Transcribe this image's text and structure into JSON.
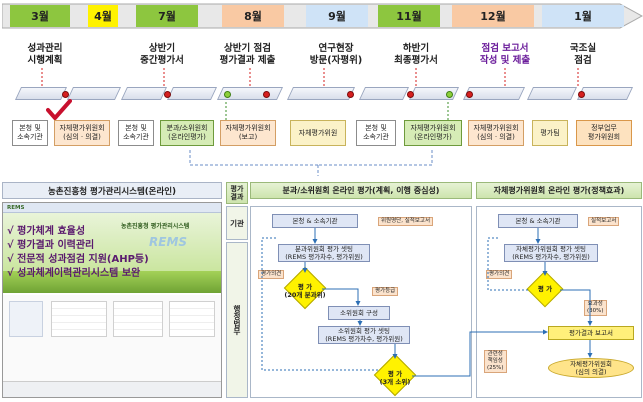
{
  "timeline": {
    "months": [
      {
        "label": "3월",
        "color": "#8dc63f"
      },
      {
        "label": "4월",
        "color": "#fff200"
      },
      {
        "label": "7월",
        "color": "#8dc63f"
      },
      {
        "label": "8월",
        "color": "#f9c9a3"
      },
      {
        "label": "9월",
        "color": "#cfe3f7"
      },
      {
        "label": "11월",
        "color": "#8dc63f"
      },
      {
        "label": "12월",
        "color": "#f9c9a3"
      },
      {
        "label": "1월",
        "color": "#cfe3f7"
      }
    ],
    "stages": [
      {
        "line1": "성과관리",
        "line2": "시행계획"
      },
      {
        "line1": "상반기",
        "line2": "중간평가서"
      },
      {
        "line1": "상반기 점검",
        "line2": "평가결과 제출"
      },
      {
        "line1": "연구현장",
        "line2": "방문(자평위)"
      },
      {
        "line1": "하반기",
        "line2": "최종평가서"
      },
      {
        "line1": "점검 보고서",
        "line2": "작성 및 제출"
      },
      {
        "line1": "국조실",
        "line2": "점검"
      }
    ]
  },
  "actors": [
    "본청 및\n소속기관",
    "자체평가위원회\n(심의ㆍ의결)",
    "본청 및\n소속기관",
    "분과/소위원회\n(온라인평가)",
    "자체평가위원회\n(보고)",
    "자체평가위원",
    "본청 및\n소속기관",
    "자체평가위원회\n(온라인평가)",
    "자체평가위원회\n(심의ㆍ의결)",
    "평가팀",
    "정부업무\n평가위원회"
  ],
  "system": {
    "title": "농촌진흥청 평가관리시스템(온라인)",
    "logo": "REMS",
    "banner": "농촌진흥청 평가관리시스템",
    "bullets": [
      "평가체계 효율성",
      "평가결과 이력관리",
      "전문적 성과점검 지원(AHP등)",
      "성과체계이력관리시스템 보완"
    ]
  },
  "lanes": {
    "eval_header": "평가\n결과",
    "agency_label": "기관",
    "committee_label": "행정법무",
    "left_title": "분과/소위원회 온라인 평가(계획, 이행 중심성)",
    "right_title": "자체평가위원회 온라인 평가(정책효과)"
  },
  "left_flow": {
    "top": "본청 & 소속기관",
    "top_note": "위원명단, 실적보고서",
    "setup": "분과위원회 평가 셋팅\n(REMS 평가차수, 평가위원)",
    "eval_note": "평가의견",
    "decision1": "평 가\n(20개 분과위)",
    "grade_note": "평가등급",
    "compose": "소위원회 구성",
    "setup2": "소위원회 평가 셋팅\n(REMS 평가차수, 평가위원)",
    "decision2": "평 가\n(3개 소위)"
  },
  "right_flow": {
    "top": "본청 & 소속기관",
    "top_note": "실적보고서",
    "setup": "자체평가위원회 평가 셋팅\n(REMS 평가차수, 평가위원)",
    "eval_note": "평가의견",
    "decision": "평 가",
    "share_note": "효과성\n(30%)",
    "report": "평가결과 보고서",
    "compliance": "관련성\n책임성\n(25%)",
    "final": "자체평가위원회\n(심의 의결)"
  }
}
